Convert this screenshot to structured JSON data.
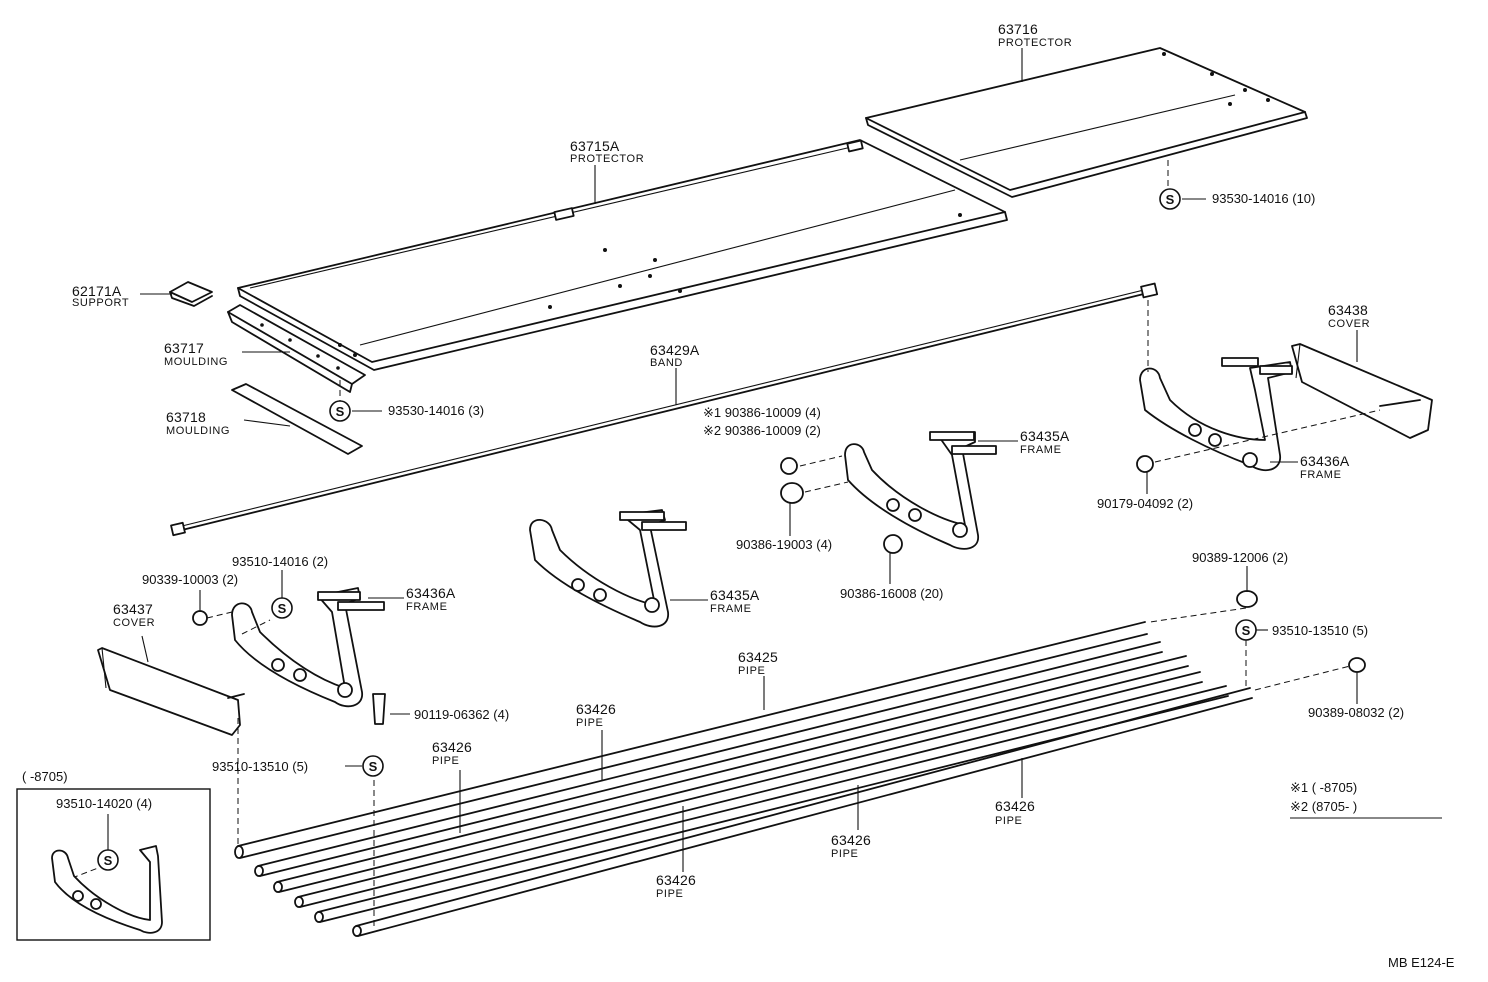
{
  "labels": {
    "p63716": {
      "number": "63716",
      "name": "PROTECTOR"
    },
    "p63715a": {
      "number": "63715A",
      "name": "PROTECTOR"
    },
    "p62171a": {
      "number": "62171A",
      "name": "SUPPORT"
    },
    "p63717": {
      "number": "63717",
      "name": "MOULDING"
    },
    "p63718": {
      "number": "63718",
      "name": "MOULDING"
    },
    "p63429a": {
      "number": "63429A",
      "name": "BAND"
    },
    "p63438": {
      "number": "63438",
      "name": "COVER"
    },
    "p63435a_right": {
      "number": "63435A",
      "name": "FRAME"
    },
    "p63436a_right": {
      "number": "63436A",
      "name": "FRAME"
    },
    "p63435a_mid": {
      "number": "63435A",
      "name": "FRAME"
    },
    "p63436a_left": {
      "number": "63436A",
      "name": "FRAME"
    },
    "p63437": {
      "number": "63437",
      "name": "COVER"
    },
    "p63425": {
      "number": "63425",
      "name": "PIPE"
    },
    "p63426_a": {
      "number": "63426",
      "name": "PIPE"
    },
    "p63426_b": {
      "number": "63426",
      "name": "PIPE"
    },
    "p63426_c": {
      "number": "63426",
      "name": "PIPE"
    },
    "p63426_d": {
      "number": "63426",
      "name": "PIPE"
    },
    "p63426_e": {
      "number": "63426",
      "name": "PIPE"
    }
  },
  "fasteners": {
    "f93530_10": "93530-14016 (10)",
    "f93530_3": "93530-14016 (3)",
    "f90386_1": "※1  90386-10009 (4)",
    "f90386_2": "※2  90386-10009 (2)",
    "f90386_19003": "90386-19003 (4)",
    "f90386_16008": "90386-16008 (20)",
    "f90179": "90179-04092 (2)",
    "f93510_14016": "93510-14016 (2)",
    "f90339": "90339-10003 (2)",
    "f90119": "90119-06362 (4)",
    "f93510_13510_left": "93510-13510 (5)",
    "f90389_12006": "90389-12006 (2)",
    "f93510_13510_right": "93510-13510 (5)",
    "f90389_08032": "90389-08032 (2)"
  },
  "inset": {
    "title": "(      -8705)",
    "part": "93510-14020 (4)"
  },
  "legend": {
    "row1": "※1 (      -8705)",
    "row2": "※2 (8705-       )"
  },
  "symbol": "S",
  "diagram_code": "MB E124-E"
}
